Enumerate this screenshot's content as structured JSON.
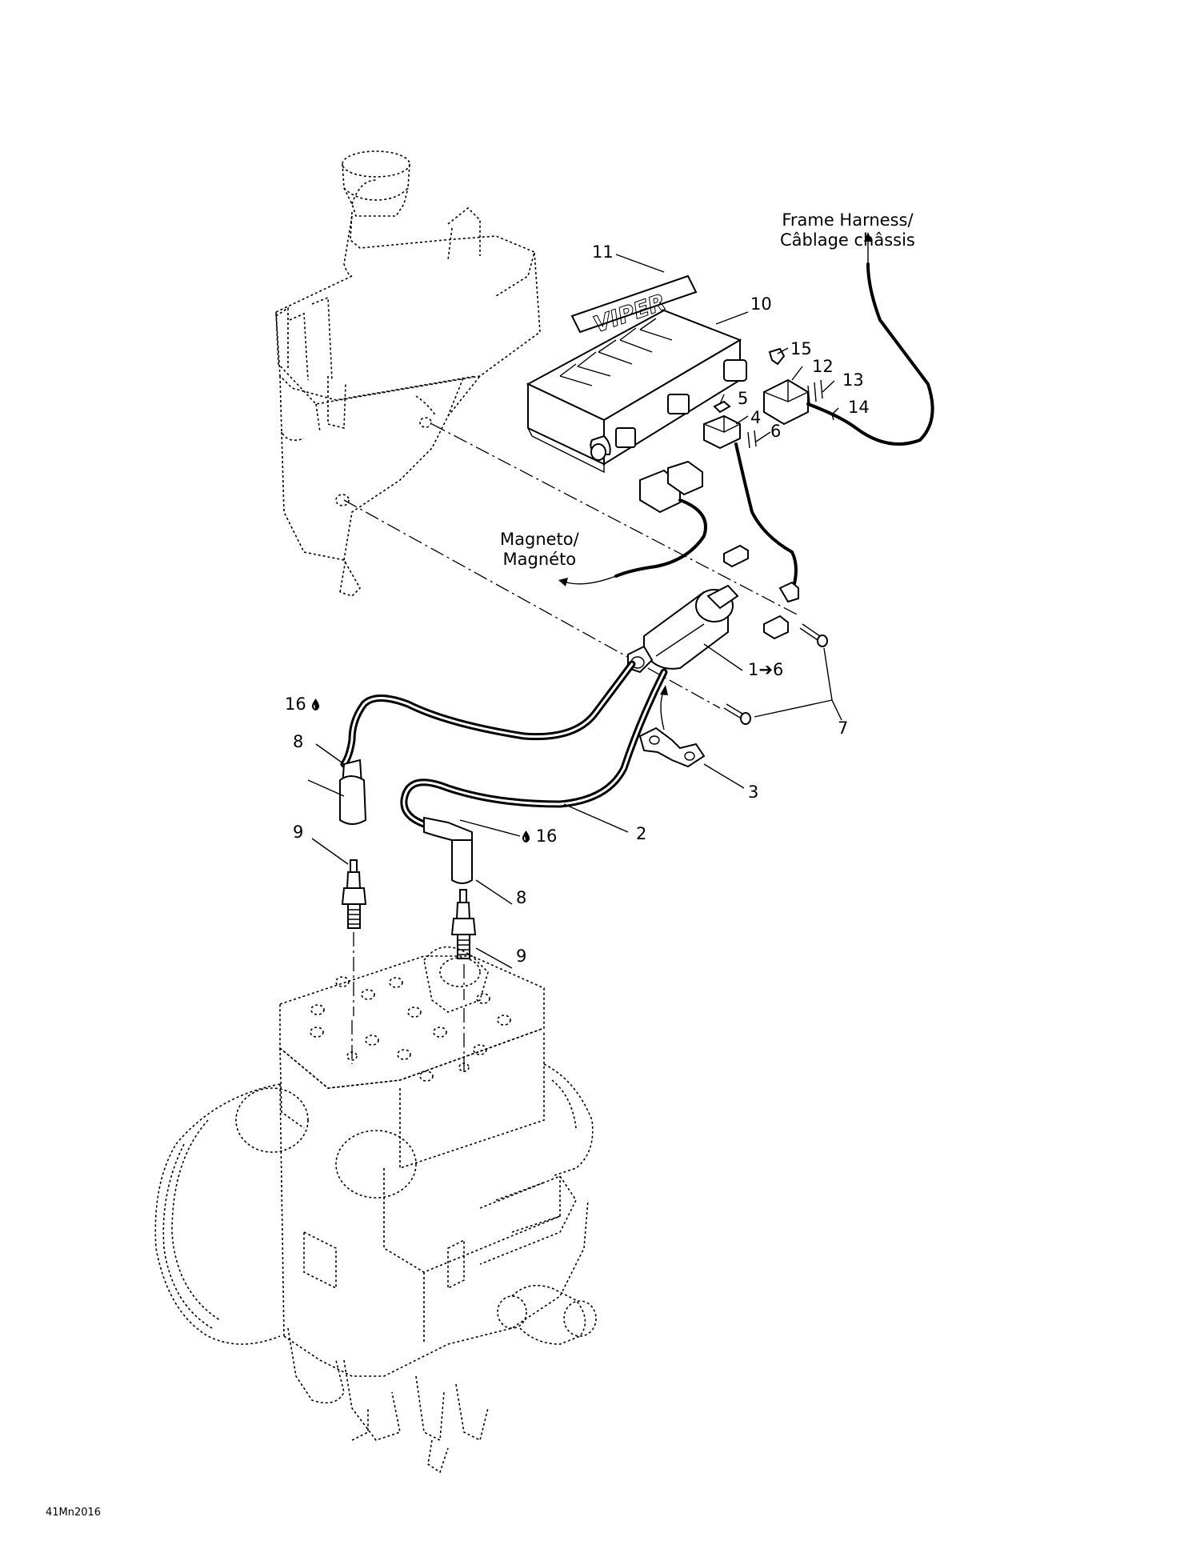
{
  "diagram_code": "41Mn2016",
  "callouts": [
    {
      "id": "c1",
      "text": "1➔6"
    },
    {
      "id": "c2",
      "text": "2"
    },
    {
      "id": "c3",
      "text": "3"
    },
    {
      "id": "c4",
      "text": "4"
    },
    {
      "id": "c5",
      "text": "5"
    },
    {
      "id": "c6",
      "text": "6"
    },
    {
      "id": "c7",
      "text": "7"
    },
    {
      "id": "c8a",
      "text": "8"
    },
    {
      "id": "c8b",
      "text": "8"
    },
    {
      "id": "c9a",
      "text": "9"
    },
    {
      "id": "c9b",
      "text": "9"
    },
    {
      "id": "c10",
      "text": "10"
    },
    {
      "id": "c11",
      "text": "11"
    },
    {
      "id": "c12",
      "text": "12"
    },
    {
      "id": "c13",
      "text": "13"
    },
    {
      "id": "c14",
      "text": "14"
    },
    {
      "id": "c15",
      "text": "15"
    },
    {
      "id": "c16a",
      "text": "16"
    },
    {
      "id": "c16b",
      "text": "16"
    }
  ],
  "notes": {
    "frame_harness": {
      "line1": "Frame Harness/",
      "line2": "Câblage châssis"
    },
    "magneto": {
      "line1": "Magneto/",
      "line2": "Magnéto"
    }
  },
  "emblem_text": "VIPER",
  "icons": {
    "lubricant": "oil-drop-icon",
    "arrow": "arrow-icon"
  }
}
